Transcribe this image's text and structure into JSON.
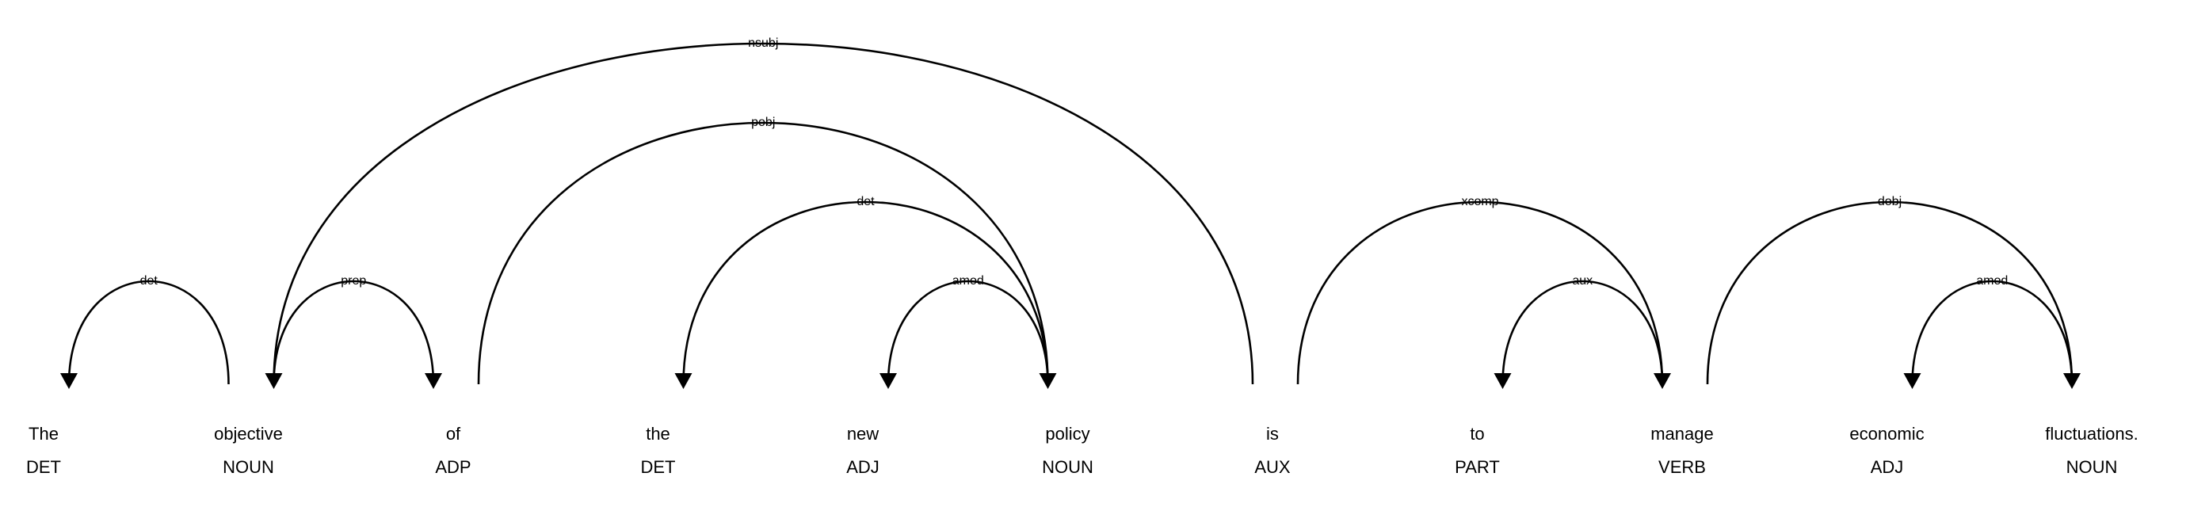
{
  "tokens": [
    {
      "text": "The",
      "tag": "DET"
    },
    {
      "text": "objective",
      "tag": "NOUN"
    },
    {
      "text": "of",
      "tag": "ADP"
    },
    {
      "text": "the",
      "tag": "DET"
    },
    {
      "text": "new",
      "tag": "ADJ"
    },
    {
      "text": "policy",
      "tag": "NOUN"
    },
    {
      "text": "is",
      "tag": "AUX"
    },
    {
      "text": "to",
      "tag": "PART"
    },
    {
      "text": "manage",
      "tag": "VERB"
    },
    {
      "text": "economic",
      "tag": "ADJ"
    },
    {
      "text": "fluctuations.",
      "tag": "NOUN"
    }
  ],
  "arcs": [
    {
      "label": "det",
      "head": 1,
      "dep": 0
    },
    {
      "label": "prep",
      "head": 1,
      "dep": 2
    },
    {
      "label": "det",
      "head": 5,
      "dep": 3
    },
    {
      "label": "amod",
      "head": 5,
      "dep": 4
    },
    {
      "label": "pobj",
      "head": 2,
      "dep": 5
    },
    {
      "label": "nsubj",
      "head": 6,
      "dep": 1
    },
    {
      "label": "aux",
      "head": 8,
      "dep": 7
    },
    {
      "label": "xcomp",
      "head": 6,
      "dep": 8
    },
    {
      "label": "amod",
      "head": 10,
      "dep": 9
    },
    {
      "label": "dobj",
      "head": 8,
      "dep": 10
    }
  ]
}
